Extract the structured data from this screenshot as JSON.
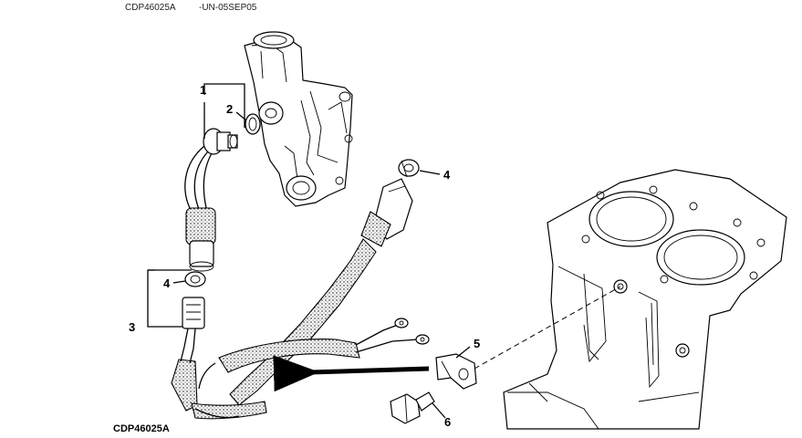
{
  "header": {
    "code": "CDP46025A",
    "date": "-UN-05SEP05"
  },
  "figure_id": "CDP46025A",
  "callouts": [
    {
      "id": "1",
      "label": "1"
    },
    {
      "id": "2",
      "label": "2"
    },
    {
      "id": "3",
      "label": "3"
    },
    {
      "id": "4a",
      "label": "4"
    },
    {
      "id": "4b",
      "label": "4"
    },
    {
      "id": "5",
      "label": "5"
    },
    {
      "id": "6",
      "label": "6"
    }
  ]
}
